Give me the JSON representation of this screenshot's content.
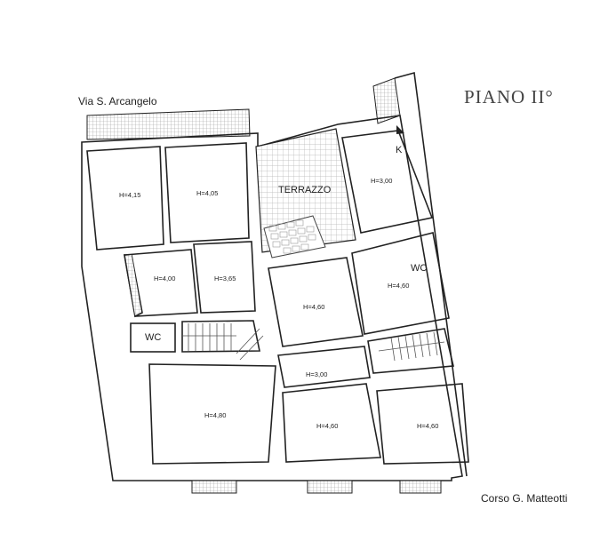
{
  "title": "PIANO II°",
  "streets": {
    "top_left": "Via S. Arcangelo",
    "bottom_right": "Corso G. Matteotti"
  },
  "rooms": {
    "r1": "H=4,15",
    "r2": "H=4,05",
    "terrace": "TERRAZZO",
    "r3": "H=3,00",
    "kitchen_mark": "K",
    "r4": "H=4,00",
    "r5": "H=3,65",
    "r6": "H=4,60",
    "wc_right": "WC",
    "r7": "H=4,60",
    "wc_left": "WC",
    "corridor": "H=3,00",
    "r8": "H=4,80",
    "r9": "H=4,60",
    "r10": "H=4,60"
  },
  "colors": {
    "wall": "#222222",
    "hatch": "#9a9a9a",
    "grid": "#b5b5b5"
  }
}
